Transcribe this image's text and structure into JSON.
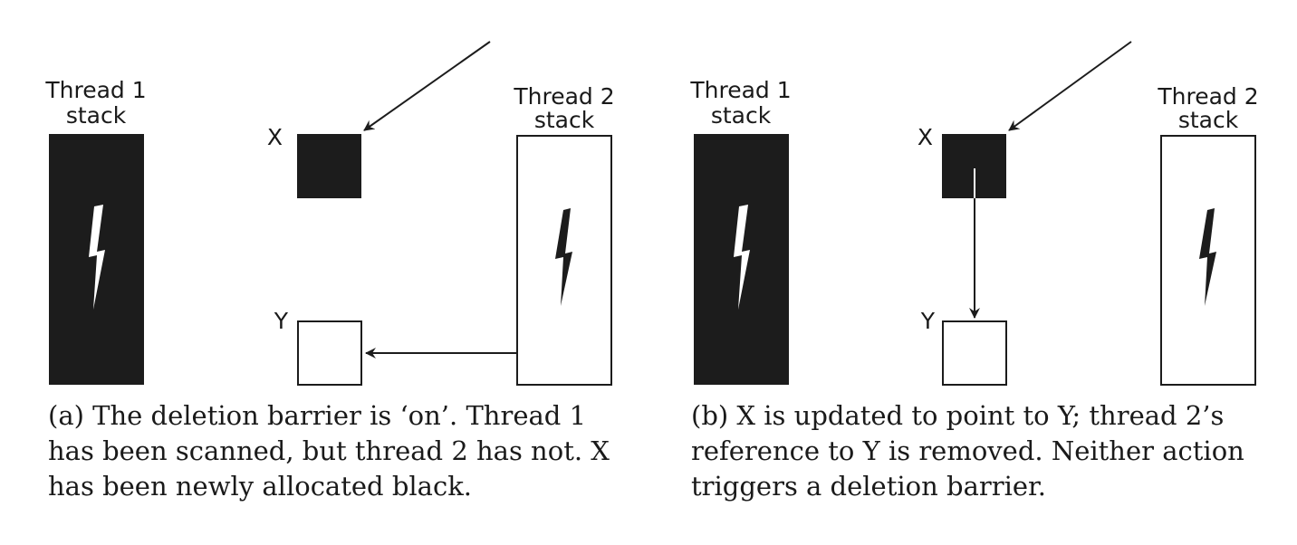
{
  "panel_a": {
    "thread1_label_line1": "Thread 1",
    "thread1_label_line2": "stack",
    "thread2_label_line1": "Thread 2",
    "thread2_label_line2": "stack",
    "x_label": "X",
    "y_label": "Y",
    "caption": "(a) The deletion barrier is ‘on’.  Thread 1 has been scanned, but thread 2 has not. X has been newly allocated black."
  },
  "panel_b": {
    "thread1_label_line1": "Thread 1",
    "thread1_label_line2": "stack",
    "thread2_label_line1": "Thread 2",
    "thread2_label_line2": "stack",
    "x_label": "X",
    "y_label": "Y",
    "caption": "(b) X is updated to point to Y; thread 2’s reference to Y is removed. Neither action triggers a deletion barrier."
  },
  "colors": {
    "black_object": "#1c1c1c",
    "white_object": "#ffffff",
    "stroke": "#1c1c1c"
  },
  "icons": {
    "stack_marker": "lightning-bolt-icon"
  }
}
